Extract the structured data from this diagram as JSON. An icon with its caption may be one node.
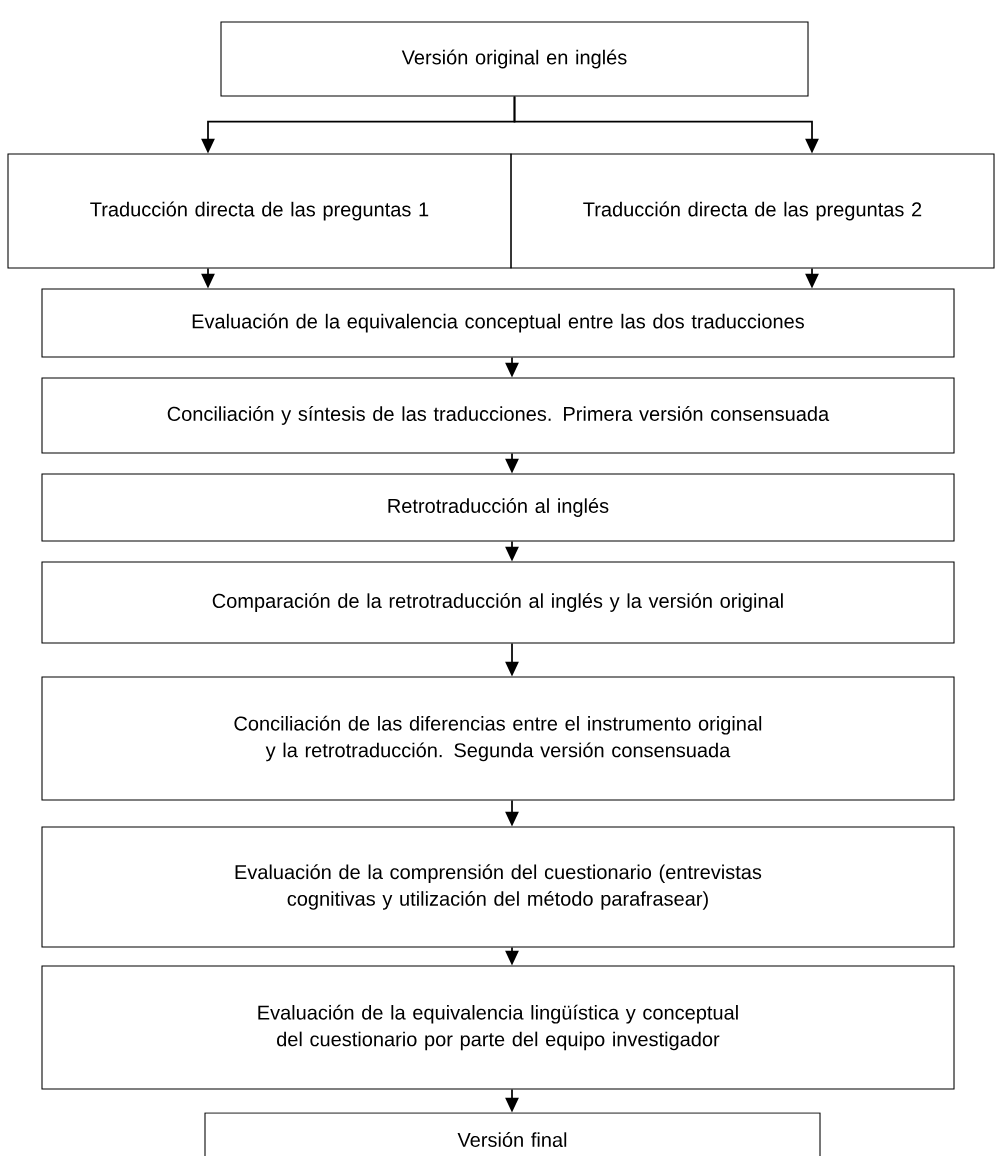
{
  "diagram": {
    "nodes": [
      {
        "text": [
          "Versión original en inglés"
        ]
      },
      {
        "text": [
          "Traducción directa de las preguntas 1"
        ]
      },
      {
        "text": [
          "Traducción directa de las preguntas 2"
        ]
      },
      {
        "text": [
          "Evaluación de la equivalencia conceptual entre las dos traducciones"
        ]
      },
      {
        "text": [
          "Conciliación y síntesis de las traducciones. Primera versión consensuada"
        ]
      },
      {
        "text": [
          "Retrotraducción al inglés"
        ]
      },
      {
        "text": [
          "Comparación de la retrotraducción al inglés y la versión original"
        ]
      },
      {
        "text": [
          "Conciliación de las diferencias entre el instrumento original y la retrotraducción. Segunda versión consensuada"
        ]
      },
      {
        "text": [
          "Evaluación de la comprensión del cuestionario (entrevistas cognitivas y utilización del método parafrasear)"
        ]
      },
      {
        "text": [
          "Evaluación de la equivalencia lingüística y conceptual del cuestionario por parte del equipo investigador"
        ]
      },
      {
        "text": [
          "Versión final"
        ]
      }
    ],
    "edges": [
      {
        "from": 0,
        "to": 1,
        "arrow": "to"
      },
      {
        "from": 0,
        "to": 2,
        "arrow": "to"
      },
      {
        "from": 1,
        "to": 3,
        "arrow": "to"
      },
      {
        "from": 2,
        "to": 3,
        "arrow": "to"
      },
      {
        "from": 3,
        "to": 4,
        "arrow": "to"
      },
      {
        "from": 4,
        "to": 5,
        "arrow": "to"
      },
      {
        "from": 5,
        "to": 6,
        "arrow": "to"
      },
      {
        "from": 6,
        "to": 7,
        "arrow": "to"
      },
      {
        "from": 7,
        "to": 8,
        "arrow": "to"
      },
      {
        "from": 8,
        "to": 9,
        "arrow": "to"
      },
      {
        "from": 9,
        "to": 10,
        "arrow": "to"
      }
    ]
  }
}
